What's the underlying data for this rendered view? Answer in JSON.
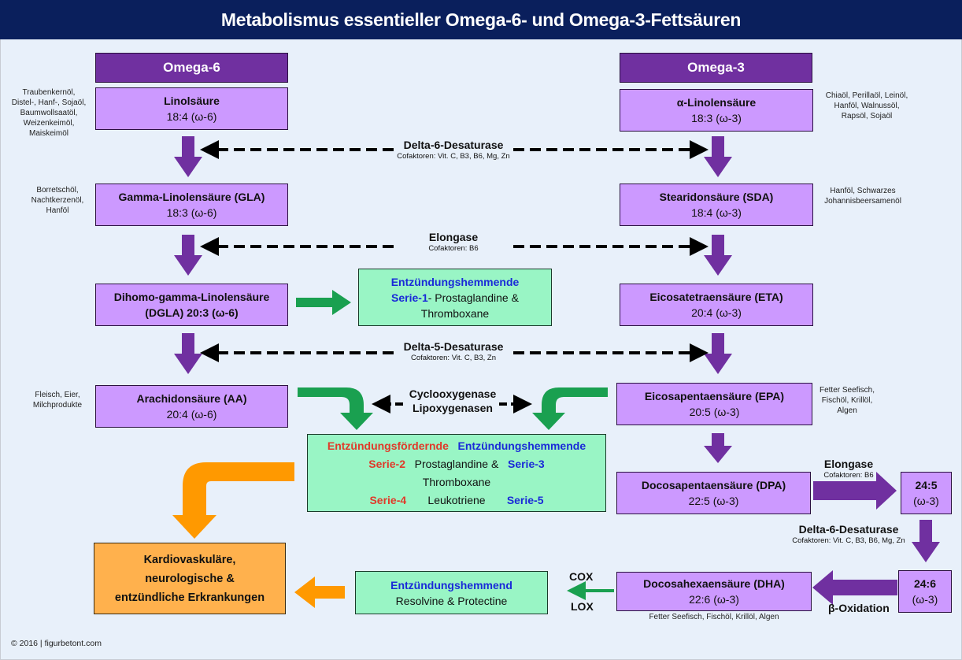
{
  "title": "Metabolismus essentieller Omega-6- und Omega-3-Fettsäuren",
  "colors": {
    "title_bg": "#0a1f5c",
    "header_purple": "#7030a0",
    "acid_box": "#cc99ff",
    "green_box": "#99f5c5",
    "green_arrow": "#1aa050",
    "orange": "#ff9900",
    "orange_box": "#ffb14d",
    "pro_inflammatory": "#e03a2a",
    "anti_inflammatory": "#1a2ad8"
  },
  "omega6": {
    "header": "Omega-6",
    "steps": [
      {
        "name": "Linolsäure",
        "formula": "18:4 (ω-6)",
        "sources": [
          "Traubenkernöl,",
          "Distel-, Hanf-, Sojaöl,",
          "Baumwollsaatöl,",
          "Weizenkeimöl,",
          "Maiskeimöl"
        ]
      },
      {
        "name": "Gamma-Linolensäure (GLA)",
        "formula": "18:3 (ω-6)",
        "sources": [
          "Borretschöl,",
          "Nachtkerzenöl,",
          "Hanföl"
        ]
      },
      {
        "name": "Dihomo-gamma-Linolensäure",
        "formula": "(DGLA)  20:3 (ω-6)"
      },
      {
        "name": "Arachidonsäure (AA)",
        "formula": "20:4 (ω-6)",
        "sources": [
          "Fleisch, Eier,",
          "Milchprodukte"
        ]
      }
    ]
  },
  "omega3": {
    "header": "Omega-3",
    "steps": [
      {
        "name": "α-Linolensäure",
        "formula": "18:3 (ω-3)",
        "sources": [
          "Chiaöl, Perillaöl, Leinöl,",
          "Hanföl, Walnussöl,",
          "Rapsöl, Sojaöl"
        ]
      },
      {
        "name": "Stearidonsäure (SDA)",
        "formula": "18:4 (ω-3)",
        "sources": [
          "Hanföl, Schwarzes",
          "Johannisbeersamenöl"
        ]
      },
      {
        "name": "Eicosatetraensäure (ETA)",
        "formula": "20:4 (ω-3)"
      },
      {
        "name": "Eicosapentaensäure (EPA)",
        "formula": "20:5 (ω-3)",
        "sources": [
          "Fetter Seefisch,",
          "Fischöl, Krillöl,",
          "Algen"
        ]
      },
      {
        "name": "Docosapentaensäure (DPA)",
        "formula": "22:5 (ω-3)"
      },
      {
        "name": "Docosahexaensäure (DHA)",
        "formula": "22:6 (ω-3)",
        "sources": [
          "Fetter Seefisch, Fischöl, Krillöl, Algen"
        ]
      }
    ],
    "intermediate_245": {
      "line1": "24:5",
      "line2": "(ω-3)"
    },
    "intermediate_246": {
      "line1": "24:6",
      "line2": "(ω-3)"
    }
  },
  "enzymes": {
    "d6": {
      "name": "Delta-6-Desaturase",
      "cofactors": "Cofaktoren: Vit. C, B3, B6, Mg, Zn"
    },
    "elongase": {
      "name": "Elongase",
      "cofactors": "Cofaktoren: B6"
    },
    "d5": {
      "name": "Delta-5-Desaturase",
      "cofactors": "Cofaktoren: Vit. C, B3, Zn"
    },
    "cox_lox": {
      "line1": "Cyclooxygenase",
      "line2": "Lipoxygenasen"
    },
    "elongase2": {
      "name": "Elongase",
      "cofactors": "Cofaktoren: B6"
    },
    "d6b": {
      "name": "Delta-6-Desaturase",
      "cofactors": "Cofaktoren: Vit. C, B3, B6, Mg, Zn"
    },
    "beta_ox": "β-Oxidation",
    "cox": "COX",
    "lox": "LOX"
  },
  "series1": {
    "title": "Entzündungshemmende",
    "series": "Serie-1",
    "rest": "- Prostaglandine &",
    "line3": "Thromboxane"
  },
  "eicosanoids": {
    "pro": "Entzündungsfördernde",
    "anti": "Entzündungshemmende",
    "s2": "Serie-2",
    "pg": "Prostaglandine &",
    "s3": "Serie-3",
    "tx": "Thromboxane",
    "s4": "Serie-4",
    "lt": "Leukotriene",
    "s5": "Serie-5"
  },
  "resolvine": {
    "title": "Entzündungshemmend",
    "text": "Resolvine & Protectine"
  },
  "disease": {
    "line1": "Kardiovaskuläre,",
    "line2": "neurologische &",
    "line3": "entzündliche Erkrankungen"
  },
  "footer": "© 2016 | figurbetont.com"
}
